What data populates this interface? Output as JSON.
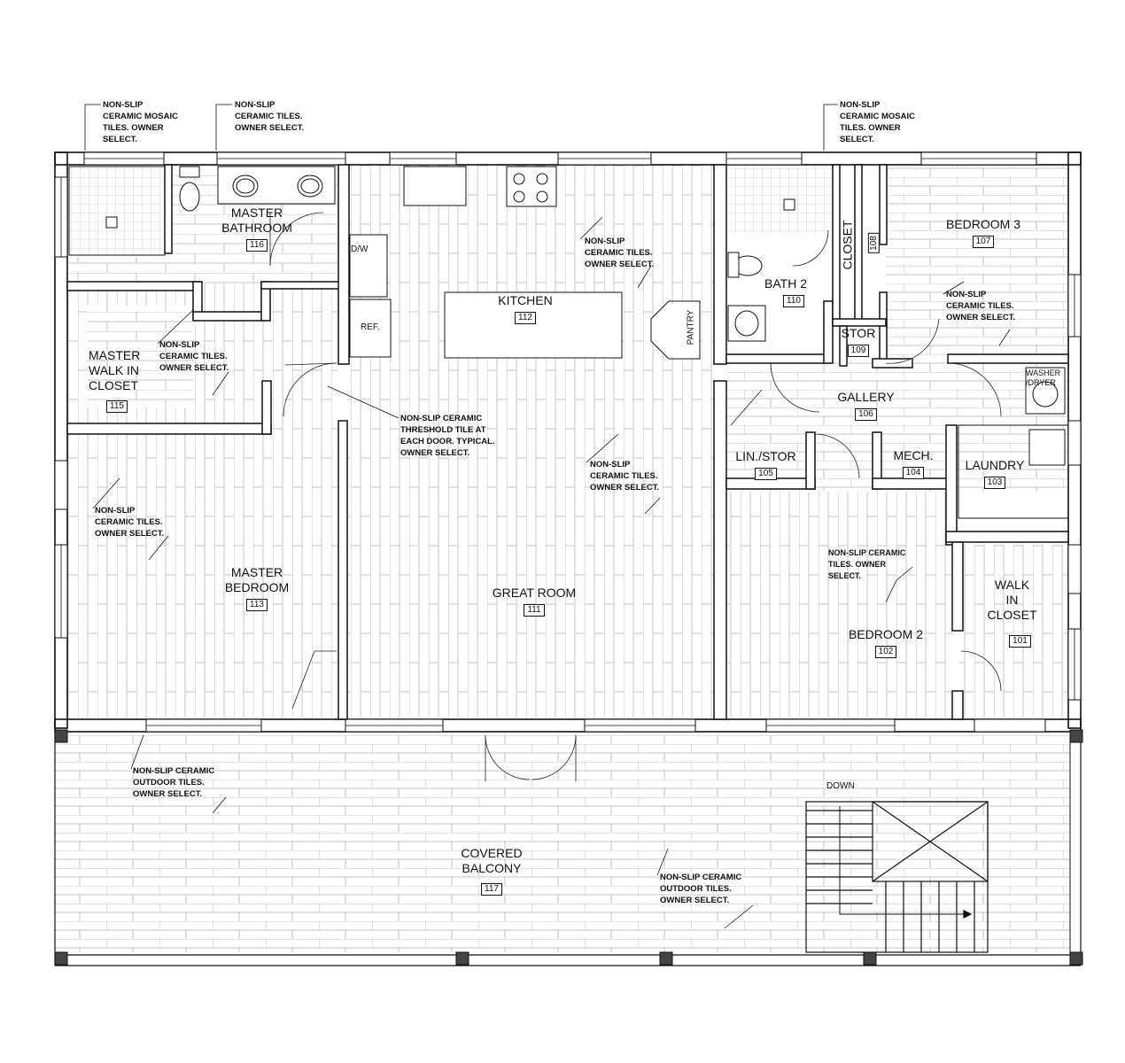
{
  "rooms": [
    {
      "id": "master-bathroom",
      "lines": [
        "MASTER",
        "BATHROOM"
      ],
      "number": "116"
    },
    {
      "id": "master-walk-in-closet",
      "lines": [
        "MASTER",
        "WALK IN",
        "CLOSET"
      ],
      "number": "115"
    },
    {
      "id": "master-bedroom",
      "lines": [
        "MASTER",
        "BEDROOM"
      ],
      "number": "113"
    },
    {
      "id": "kitchen",
      "lines": [
        "KITCHEN"
      ],
      "number": "112"
    },
    {
      "id": "great-room",
      "lines": [
        "GREAT ROOM"
      ],
      "number": "111"
    },
    {
      "id": "bath-2",
      "lines": [
        "BATH 2"
      ],
      "number": "110"
    },
    {
      "id": "closet-108",
      "lines": [
        "CLOSET"
      ],
      "number": "108"
    },
    {
      "id": "bedroom-3",
      "lines": [
        "BEDROOM 3"
      ],
      "number": "107"
    },
    {
      "id": "stor",
      "lines": [
        "STOR"
      ],
      "number": "109"
    },
    {
      "id": "gallery",
      "lines": [
        "GALLERY"
      ],
      "number": "106"
    },
    {
      "id": "lin-stor",
      "lines": [
        "LIN./STOR"
      ],
      "number": "105"
    },
    {
      "id": "mech",
      "lines": [
        "MECH."
      ],
      "number": "104"
    },
    {
      "id": "laundry",
      "lines": [
        "LAUNDRY"
      ],
      "number": "103"
    },
    {
      "id": "bedroom-2",
      "lines": [
        "BEDROOM 2"
      ],
      "number": "102"
    },
    {
      "id": "walk-in-closet",
      "lines": [
        "WALK",
        "IN",
        "CLOSET"
      ],
      "number": "101"
    },
    {
      "id": "covered-balcony",
      "lines": [
        "COVERED",
        "BALCONY"
      ],
      "number": "117"
    }
  ],
  "fixtures": {
    "dishwasher": "D/W",
    "refrigerator": "REF.",
    "pantry": "PANTRY",
    "washer_dryer": [
      "WASHER",
      "/DRYER"
    ],
    "stair_direction": "DOWN"
  },
  "notes": [
    {
      "id": "note-master-shower",
      "lines": [
        "NON-SLIP",
        "CERAMIC MOSAIC",
        "TILES. OWNER",
        "SELECT."
      ]
    },
    {
      "id": "note-master-bath",
      "lines": [
        "NON-SLIP",
        "CERAMIC TILES.",
        "OWNER SELECT."
      ]
    },
    {
      "id": "note-bath2-shower",
      "lines": [
        "NON-SLIP",
        "CERAMIC MOSAIC",
        "TILES. OWNER",
        "SELECT."
      ]
    },
    {
      "id": "note-kitchen",
      "lines": [
        "NON-SLIP",
        "CERAMIC TILES.",
        "OWNER SELECT."
      ]
    },
    {
      "id": "note-bedroom3",
      "lines": [
        "NON-SLIP",
        "CERAMIC TILES.",
        "OWNER SELECT."
      ]
    },
    {
      "id": "note-closet",
      "lines": [
        "NON-SLIP",
        "CERAMIC TILES.",
        "OWNER SELECT."
      ]
    },
    {
      "id": "note-threshold",
      "lines": [
        "NON-SLIP CERAMIC",
        "THRESHOLD TILE AT",
        "EACH DOOR. TYPICAL.",
        "OWNER SELECT."
      ]
    },
    {
      "id": "note-great-room",
      "lines": [
        "NON-SLIP",
        "CERAMIC TILES.",
        "OWNER SELECT."
      ]
    },
    {
      "id": "note-master-bedroom",
      "lines": [
        "NON-SLIP",
        "CERAMIC TILES.",
        "OWNER SELECT."
      ]
    },
    {
      "id": "note-bedroom2",
      "lines": [
        "NON-SLIP CERAMIC",
        "TILES. OWNER",
        "SELECT."
      ]
    },
    {
      "id": "note-balcony-left",
      "lines": [
        "NON-SLIP CERAMIC",
        "OUTDOOR TILES.",
        "OWNER SELECT."
      ]
    },
    {
      "id": "note-balcony-right",
      "lines": [
        "NON-SLIP CERAMIC",
        "OUTDOOR TILES.",
        "OWNER SELECT."
      ]
    }
  ]
}
